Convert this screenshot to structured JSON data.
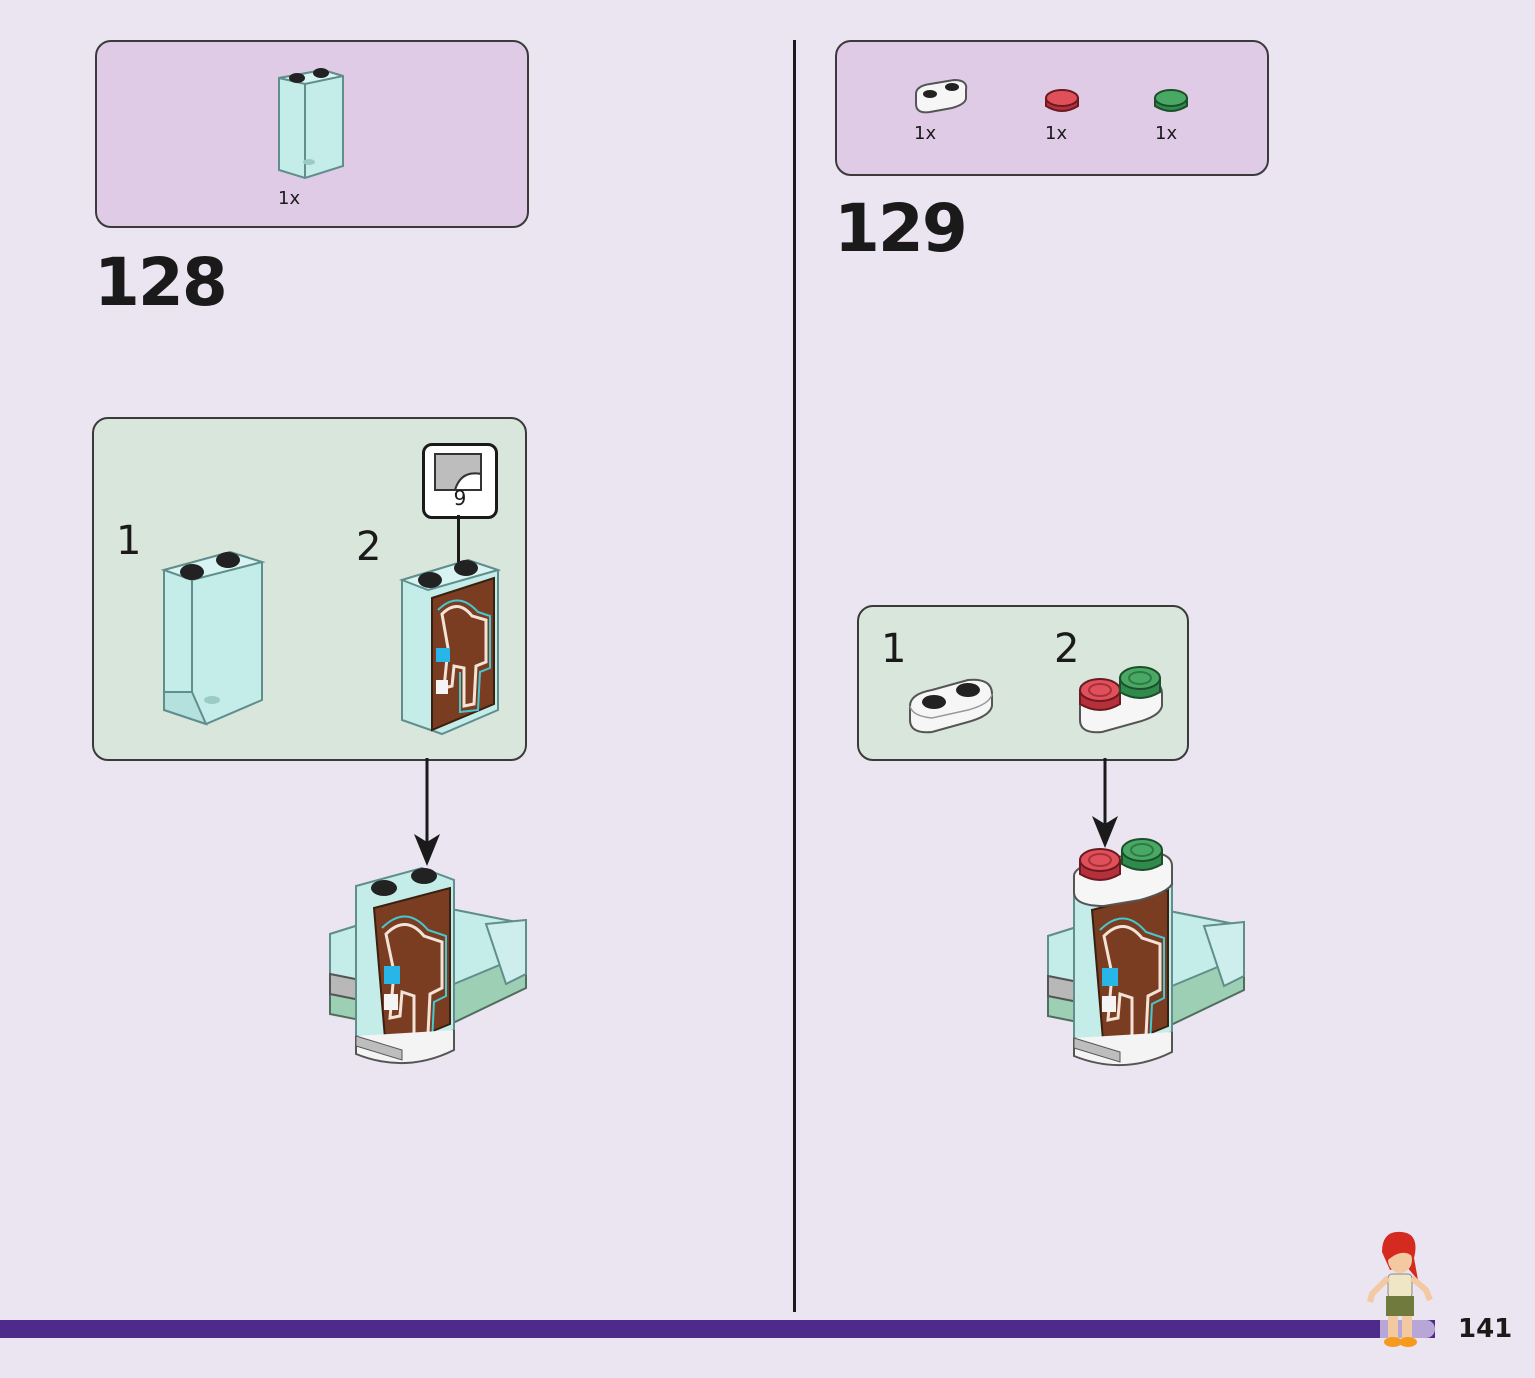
{
  "left_step": {
    "number": "128",
    "parts": [
      {
        "qty": "1x",
        "icon": "transparent-panel-icon"
      }
    ],
    "sub_steps": [
      {
        "label": "1"
      },
      {
        "label": "2"
      }
    ],
    "sticker": {
      "label": "9"
    }
  },
  "right_step": {
    "number": "129",
    "parts": [
      {
        "qty": "1x",
        "icon": "white-plate-1x2-icon"
      },
      {
        "qty": "1x",
        "icon": "red-round-tile-icon"
      },
      {
        "qty": "1x",
        "icon": "green-round-tile-icon"
      }
    ],
    "sub_steps": [
      {
        "label": "1"
      },
      {
        "label": "2"
      }
    ]
  },
  "page": {
    "number": "141"
  },
  "colors": {
    "background": "#ebe4f1",
    "parts_box": "#dfcbe5",
    "subassembly_box": "#d9e6dc",
    "footer_bar": "#4e2a8a",
    "transparent_brick": "#bfe8e6",
    "sticker_brown": "#7a3d22",
    "red_tile": "#e0505a",
    "green_tile": "#4aa865"
  }
}
